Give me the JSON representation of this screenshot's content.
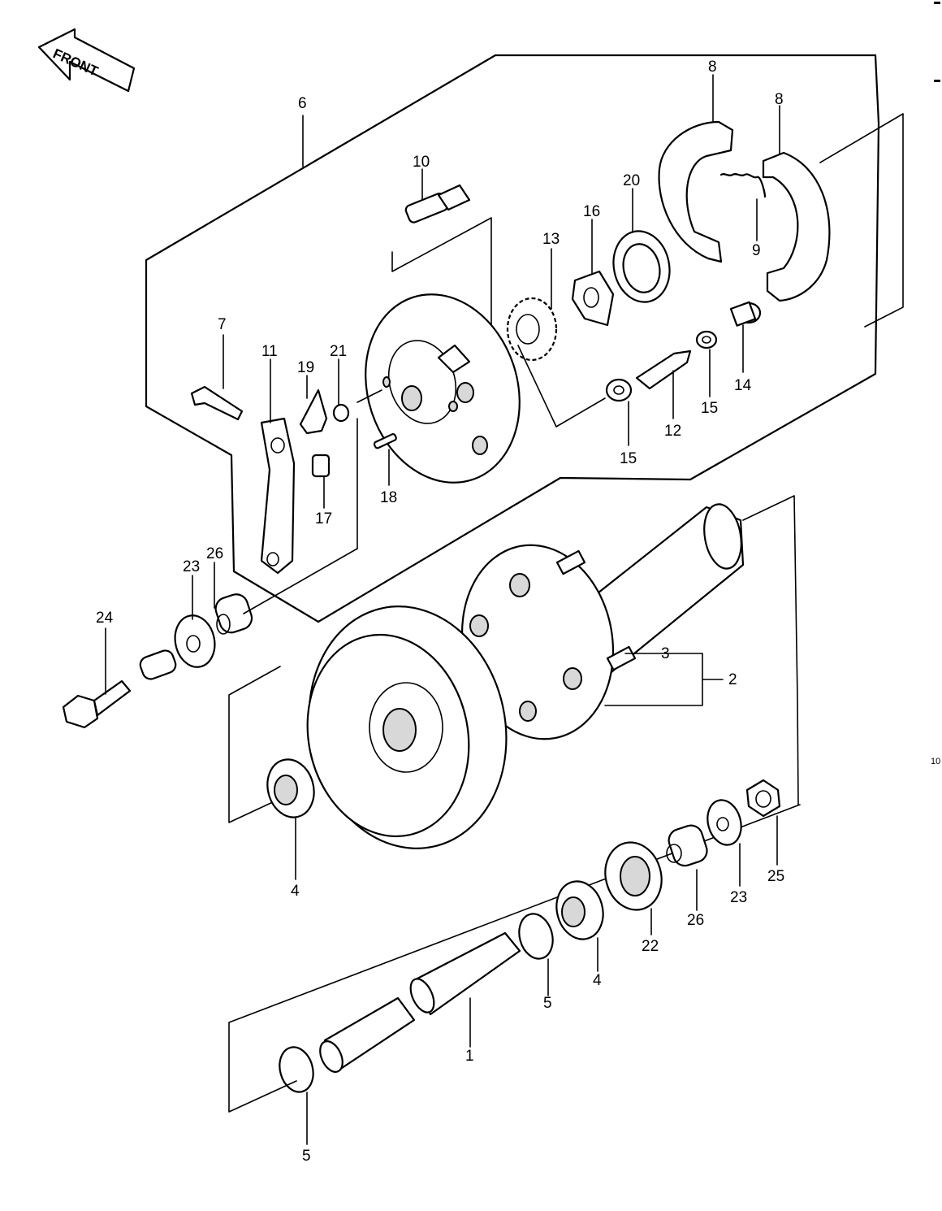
{
  "front_arrow": {
    "text": "FRONT",
    "icon": "front-direction-arrow-icon"
  },
  "page_number": "10",
  "callouts": [
    "1",
    "2",
    "3",
    "4",
    "4",
    "5",
    "5",
    "6",
    "7",
    "8",
    "8",
    "9",
    "10",
    "11",
    "12",
    "13",
    "14",
    "15",
    "15",
    "16",
    "17",
    "18",
    "19",
    "20",
    "21",
    "22",
    "23",
    "23",
    "24",
    "25",
    "26",
    "26"
  ],
  "label_values": {
    "l1": "1",
    "l2": "2",
    "l3": "3",
    "l4a": "4",
    "l4b": "4",
    "l5a": "5",
    "l5b": "5",
    "l6": "6",
    "l7": "7",
    "l8a": "8",
    "l8b": "8",
    "l9": "9",
    "l10": "10",
    "l11": "11",
    "l12": "12",
    "l13": "13",
    "l14": "14",
    "l15a": "15",
    "l15b": "15",
    "l16": "16",
    "l17": "17",
    "l18": "18",
    "l19": "19",
    "l20": "20",
    "l21": "21",
    "l22": "22",
    "l23a": "23",
    "l23b": "23",
    "l24": "24",
    "l25": "25",
    "l26a": "26",
    "l26b": "26"
  }
}
